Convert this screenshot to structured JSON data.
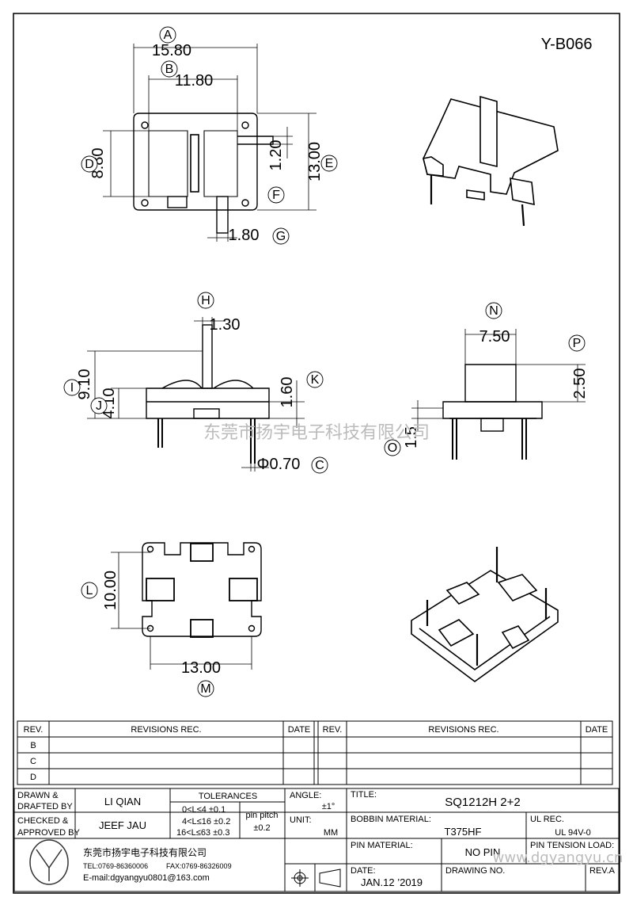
{
  "drawing_no": "Y-B066",
  "dims": {
    "A": "15.80",
    "B": "11.80",
    "D": "8.80",
    "F_pin": "1.20",
    "E": "13.00",
    "G": "1.80",
    "H": "1.30",
    "I": "9.10",
    "J": "4.10",
    "K": "1.60",
    "C": "Φ0.70",
    "N": "7.50",
    "P": "2.50",
    "O": "1.5",
    "L": "10.00",
    "M": "13.00"
  },
  "callouts": [
    "A",
    "B",
    "D",
    "E",
    "F",
    "G",
    "H",
    "I",
    "J",
    "K",
    "C",
    "N",
    "P",
    "O",
    "L",
    "M"
  ],
  "watermark": "东莞市扬宇电子科技有限公司",
  "revisions": {
    "headers": {
      "rev": "REV.",
      "rec": "REVISIONS   REC.",
      "date": "DATE"
    },
    "rows": [
      "B",
      "C",
      "D"
    ]
  },
  "title_block": {
    "drawn_by_label_1": "DRAWN &",
    "drawn_by_label_2": "DRAFTED  BY",
    "drawn_by": "LI QIAN",
    "checked_label_1": "CHECKED &",
    "checked_label_2": "APPROVED  BY",
    "checked_by": "JEEF JAU",
    "tolerances_label": "TOLERANCES",
    "tol_1": "0<L≤4   ±0.1",
    "tol_2": "4<L≤16  ±0.2",
    "tol_3": "16<L≤63 ±0.3",
    "pin_pitch_label": "pin pitch",
    "pin_pitch": "±0.2",
    "angle_label": "ANGLE:",
    "angle": "±1°",
    "unit_label": "UNIT:",
    "unit": "MM",
    "title_label": "TITLE:",
    "title": "SQ1212H  2+2",
    "bobbin_label": "BOBBIN  MATERIAL:",
    "bobbin": "T375HF",
    "ul_label": "UL  REC.",
    "ul": "UL  94V-0",
    "pin_material_label": "PIN  MATERIAL:",
    "pin_material": "NO  PIN",
    "pin_tension_label": "PIN  TENSION  LOAD:",
    "date_label": "DATE:",
    "date": "JAN.12  ’2019",
    "drawing_no_label": "DRAWING  NO.",
    "rev_label": "REV.A",
    "company": "东莞市扬宇电子科技有限公司",
    "tel": "TEL:0769-86360006",
    "fax": "FAX:0769-86326009",
    "email": "E-mail:dgyangyu0801@163.com",
    "web_watermark": "www.dgyangyu.cn"
  }
}
